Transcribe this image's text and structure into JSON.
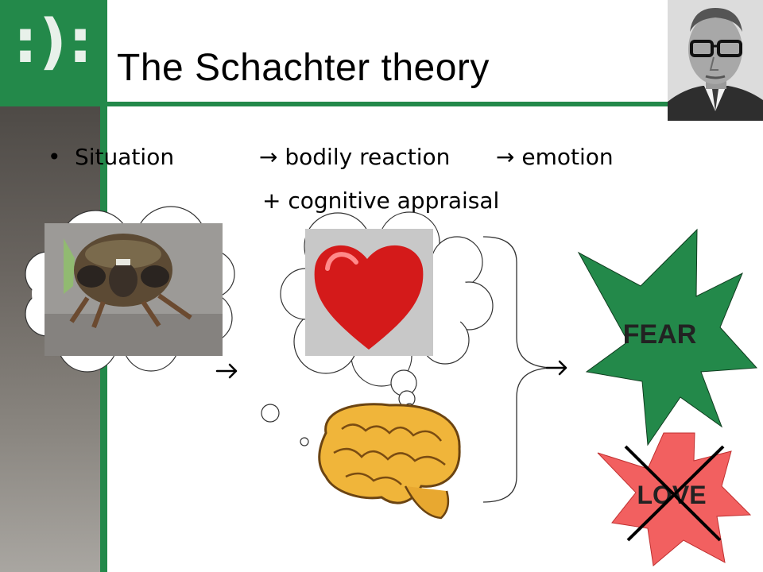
{
  "logo": {
    "text": ":):"
  },
  "slide": {
    "title": "The Schachter theory"
  },
  "content": {
    "bullet": "•",
    "situation": "Situation",
    "bodily_reaction": "→ bodily reaction",
    "emotion": "→ emotion",
    "cognitive_appraisal": "+ cognitive appraisal"
  },
  "diagram": {
    "arrow_glyph": "→",
    "fear_label": "FEAR",
    "love_label": "LOVE",
    "fear_color": "#23894a",
    "love_color": "#f26060"
  },
  "colors": {
    "accent_green": "#23894a"
  },
  "images": [
    "portrait-photo",
    "cicada-photo",
    "red-heart",
    "brain-illustration"
  ]
}
